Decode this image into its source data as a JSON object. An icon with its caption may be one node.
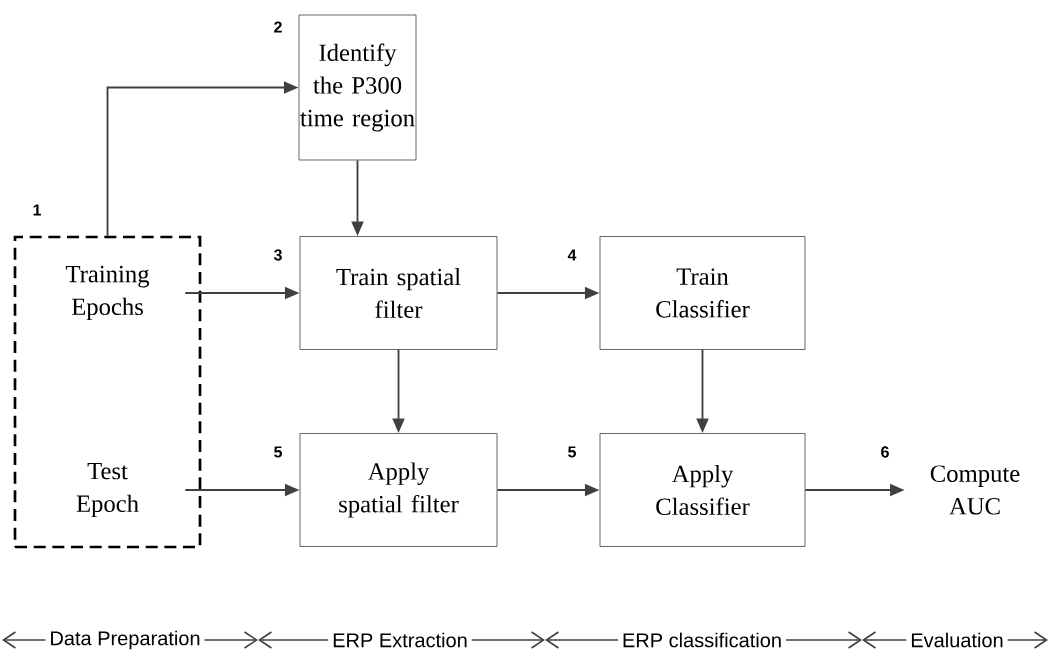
{
  "diagram": {
    "nodes": [
      {
        "text": [],
        "shape": "box",
        "beside": [
          "1"
        ]
      },
      {
        "text": [
          "Training Epochs"
        ],
        "in": 0
      },
      {
        "text": [
          "Test Epoch"
        ],
        "in": 0
      },
      {
        "text": [
          "Identify the P300 time region"
        ],
        "beside": [
          "2"
        ]
      },
      {
        "text": [
          "Train spatial filter"
        ],
        "beside": [
          "3"
        ]
      },
      {
        "text": [
          "Train Classifier"
        ],
        "beside": [
          "4"
        ]
      },
      {
        "text": [
          "Apply spatial filter"
        ],
        "beside": [
          "5"
        ]
      },
      {
        "text": [
          "Apply Classifier"
        ],
        "beside": [
          "5"
        ]
      },
      {
        "text": [
          "Compute AUC"
        ],
        "beside": [
          "6"
        ]
      }
    ],
    "edges": [
      {
        "from": 0,
        "to": 3,
        "arrow": "to"
      },
      {
        "from": 3,
        "to": 4,
        "arrow": "to"
      },
      {
        "from": 1,
        "to": 4,
        "arrow": "to"
      },
      {
        "from": 4,
        "to": 5,
        "arrow": "to"
      },
      {
        "from": 4,
        "to": 6,
        "arrow": "to"
      },
      {
        "from": 5,
        "to": 7,
        "arrow": "to"
      },
      {
        "from": 2,
        "to": 6,
        "arrow": "to"
      },
      {
        "from": 6,
        "to": 7,
        "arrow": "to"
      },
      {
        "from": 7,
        "to": 8,
        "arrow": "to"
      }
    ],
    "labels": [
      "Data Preparation",
      "ERP Extraction",
      "ERP classification",
      "Evaluation"
    ]
  }
}
